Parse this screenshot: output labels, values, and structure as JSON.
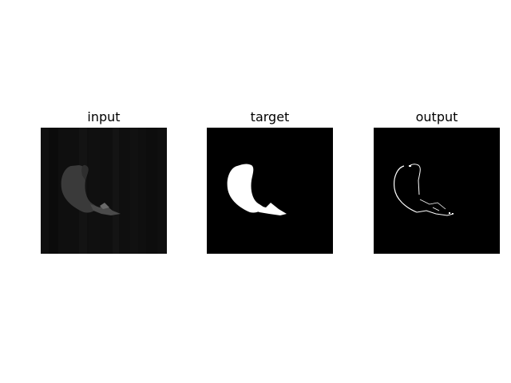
{
  "figure": {
    "panels": [
      {
        "title": "input"
      },
      {
        "title": "target"
      },
      {
        "title": "output"
      }
    ]
  },
  "colors": {
    "page_background": "#ffffff",
    "image_background": "#000000",
    "input_background": "#111111",
    "input_region": "#333333",
    "mask_white": "#ffffff"
  }
}
